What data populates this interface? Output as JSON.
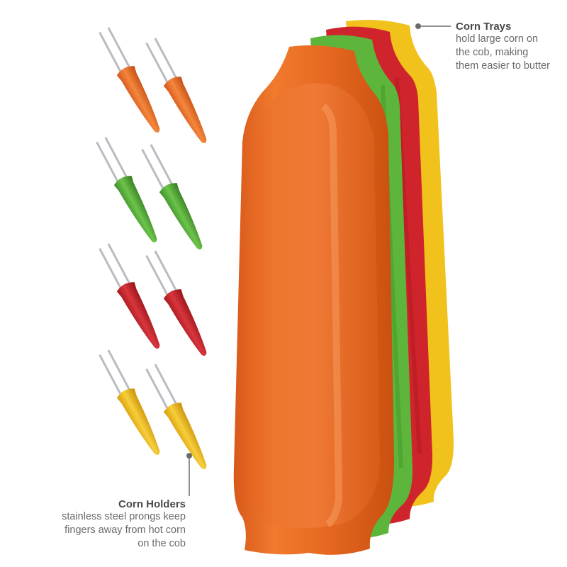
{
  "colors": {
    "background": "#ffffff",
    "orange": "#e8681f",
    "green": "#5db53b",
    "red": "#d0242c",
    "yellow": "#f1c21b",
    "steel": "#b9bcc0",
    "text_title": "#4a4a4a",
    "text_body": "#6b6b6b"
  },
  "trays": {
    "title": "Corn Trays",
    "lines": [
      "hold large corn on",
      "the cob, making",
      "them easier to butter"
    ],
    "colors_back_to_front": [
      "yellow",
      "red",
      "green",
      "orange"
    ]
  },
  "holders": {
    "title": "Corn Holders",
    "lines": [
      "stainless steel prongs keep",
      "fingers away from hot corn",
      "on the cob"
    ],
    "colors_top_to_bottom": [
      "orange",
      "green",
      "red",
      "yellow"
    ],
    "per_row": 2
  },
  "icons": [
    "callout-dot-icon",
    "callout-dot-icon"
  ]
}
